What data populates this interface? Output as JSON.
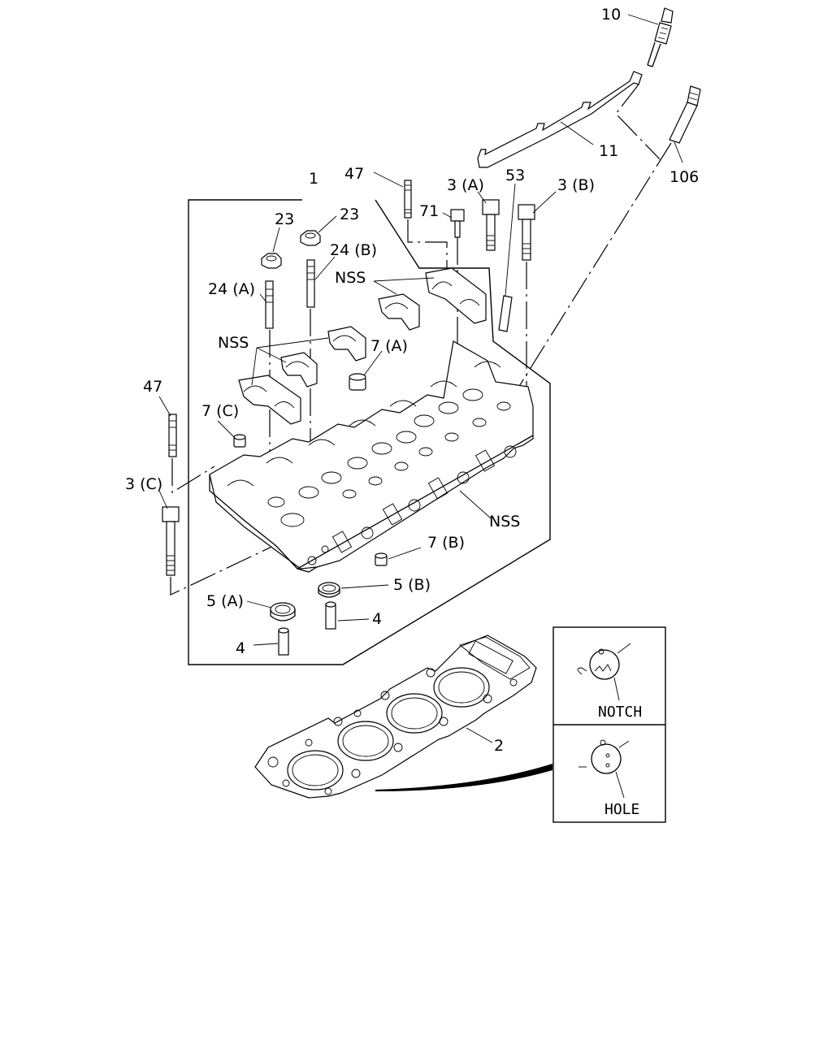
{
  "labels": {
    "l10": "10",
    "l11": "11",
    "l106": "106",
    "l47_top": "47",
    "l1": "1",
    "l3a": "3 (A)",
    "l53": "53",
    "l3b": "3 (B)",
    "l71": "71",
    "l23_left": "23",
    "l23_right": "23",
    "l24b": "24 (B)",
    "l24a": "24 (A)",
    "nss_top": "NSS",
    "nss_left": "NSS",
    "nss_right": "NSS",
    "l7a": "7 (A)",
    "l47_left": "47",
    "l7c": "7 (C)",
    "l3c": "3 (C)",
    "l7b": "7 (B)",
    "l5b": "5 (B)",
    "l5a": "5 (A)",
    "l4_right": "4",
    "l4_left": "4",
    "l2": "2",
    "notch": "NOTCH",
    "hole": "HOLE"
  }
}
